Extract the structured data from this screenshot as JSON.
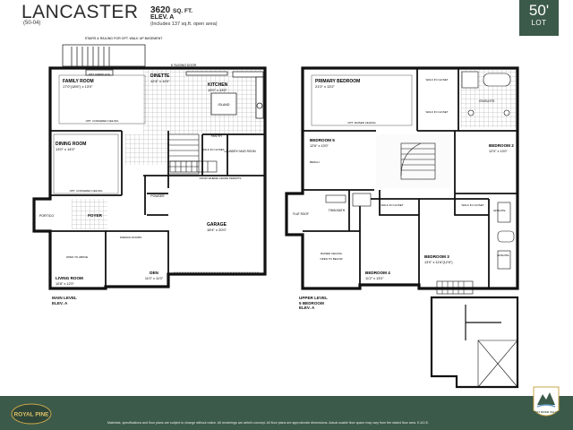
{
  "header": {
    "model_name": "LANCASTER",
    "model_code": "(50-04)",
    "sqft_number": "3620",
    "sqft_unit": "SQ. FT.",
    "elevation": "ELEV. A",
    "includes_note": "(Includes 137 sq.ft. open area)",
    "lot_size": "50'",
    "lot_label": "LOT"
  },
  "main_level": {
    "label_line1": "MAIN LEVEL",
    "label_line2": "ELEV. A",
    "rooms": {
      "family_room": {
        "name": "FAMILY ROOM",
        "size": "17'0\"(18'6\") x 13'0\""
      },
      "dinette": {
        "name": "DINETTE",
        "size": "12'4\" x 11'0\""
      },
      "kitchen": {
        "name": "KITCHEN",
        "size": "10'0\" x 13'2\""
      },
      "dining_room": {
        "name": "DINING ROOM",
        "size": "13'0\" x 14'0\""
      },
      "garage": {
        "name": "GARAGE",
        "size": "18'4\" x 20'0\""
      },
      "living_room": {
        "name": "LIVING ROOM",
        "size": "10'8\" x 12'0\""
      },
      "den": {
        "name": "DEN",
        "size": "11'0\" x 11'0\""
      },
      "foyer": {
        "name": "FOYER"
      },
      "portico": {
        "name": "PORTICO"
      },
      "powder": {
        "name": "POWDER"
      },
      "laundry": {
        "name": "LAUNDRY/ MUD ROOM"
      },
      "walk_in_closet": {
        "name": "WALK IN CLOSET"
      },
      "island": {
        "name": "ISLAND"
      },
      "pantry": {
        "name": "PANTRY"
      }
    },
    "notes": {
      "stairs_railing": "STAIRS & RAILING FOR OPT. WALK UP BASEMENT",
      "sliding_door": "6' SLIDING DOOR",
      "fireplace": "OPT. FIREPLACE",
      "coffered_ceiling_family": "OPT. COFFERED CEILING",
      "coffered_ceiling_dining": "OPT. COFFERED CEILING",
      "door_garage": "DOOR WHERE GRADE PERMITS",
      "french_doors": "FRENCH DOORS",
      "open_to_above": "OPEN TO ABOVE"
    }
  },
  "upper_level": {
    "label_line1": "UPPER LEVEL",
    "label_line2": "5 BEDROOM",
    "label_line3": "ELEV. A",
    "rooms": {
      "primary_bedroom": {
        "name": "PRIMARY BEDROOM",
        "size": "21'0\" x 13'2\""
      },
      "bedroom_5": {
        "name": "BEDROOM 5",
        "size": "12'6\" x 13'0\""
      },
      "bedroom_2": {
        "name": "BEDROOM 2",
        "size": "12'0\" x 13'0\""
      },
      "bedroom_3": {
        "name": "BEDROOM 3",
        "size": "13'0\" x 11'6\"(12'6\")"
      },
      "bedroom_4": {
        "name": "BEDROOM 4",
        "size": "11'2\" x 13'0\""
      },
      "ensuite": {
        "name": "ENSUITE"
      },
      "ensuite_2": {
        "name": "ENSUITE"
      },
      "ensuite_3": {
        "name": "ENSUITE"
      },
      "twin_bath": {
        "name": "TWIN BATH"
      },
      "walk_in_closet_1": {
        "name": "WALK IN CLOSET"
      },
      "walk_in_closet_2": {
        "name": "WALK IN CLOSET"
      },
      "walk_in_closet_3": {
        "name": "WALK IN CLOSET"
      },
      "walk_in_closet_4": {
        "name": "WALK IN CLOSET"
      },
      "flat_roof": {
        "name": "FLAT ROOF"
      },
      "open_to_below": {
        "name": "OPEN TO BELOW"
      }
    },
    "notes": {
      "raised_ceiling": "OPT. RAISED CEILING",
      "bench": "BENCH",
      "raised_ceiling_2": "RAISED CEILING"
    }
  },
  "footer": {
    "disclaimer": "Materials, specifications and floor plans are subject to change without notice. All renderings are artist's concept. All floor plans are approximate dimensions. Actual usable floor space may vary from the stated floor area. E.&O.E.",
    "brand_logo_text": "ROYAL PINE",
    "seal_text": "WEST RIVER VALLEY"
  },
  "colors": {
    "brand_green": "#3c5a4a",
    "wall": "#111111",
    "tile": "#9a9a9a"
  }
}
